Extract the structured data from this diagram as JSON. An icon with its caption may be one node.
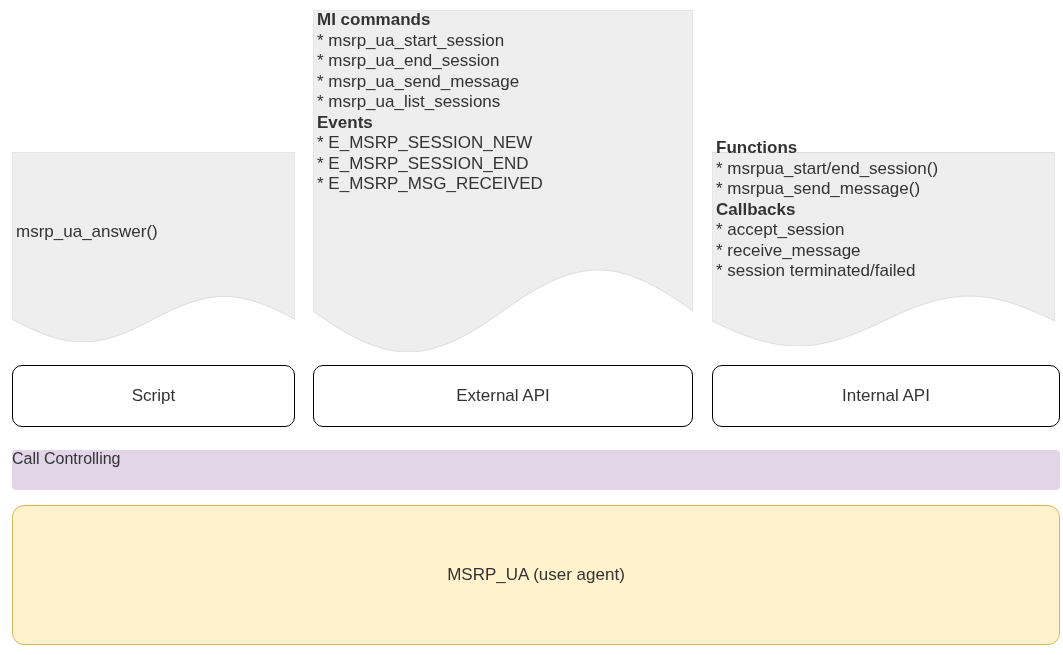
{
  "diagram": {
    "nodes": [
      {
        "text": [
          "msrp_ua_answer()"
        ]
      },
      {
        "text": [
          "MI commands",
          "* msrp_ua_start_session",
          "* msrp_ua_end_session",
          "* msrp_ua_send_message",
          "* msrp_ua_list_sessions",
          "Events",
          "* E_MSRP_SESSION_NEW",
          "* E_MSRP_SESSION_END",
          "* E_MSRP_MSG_RECEIVED"
        ]
      },
      {
        "text": [
          "Functions",
          "* msrpua_start/end_session()",
          "* msrpua_send_message()",
          "Callbacks",
          "* accept_session",
          "* receive_message",
          "* session terminated/failed"
        ]
      },
      {
        "text": [
          "Script"
        ]
      },
      {
        "text": [
          "External API"
        ]
      },
      {
        "text": [
          "Internal API"
        ]
      },
      {
        "text": [
          "Call Controlling"
        ]
      },
      {
        "text": [
          "MSRP_UA (user agent)"
        ]
      }
    ]
  }
}
